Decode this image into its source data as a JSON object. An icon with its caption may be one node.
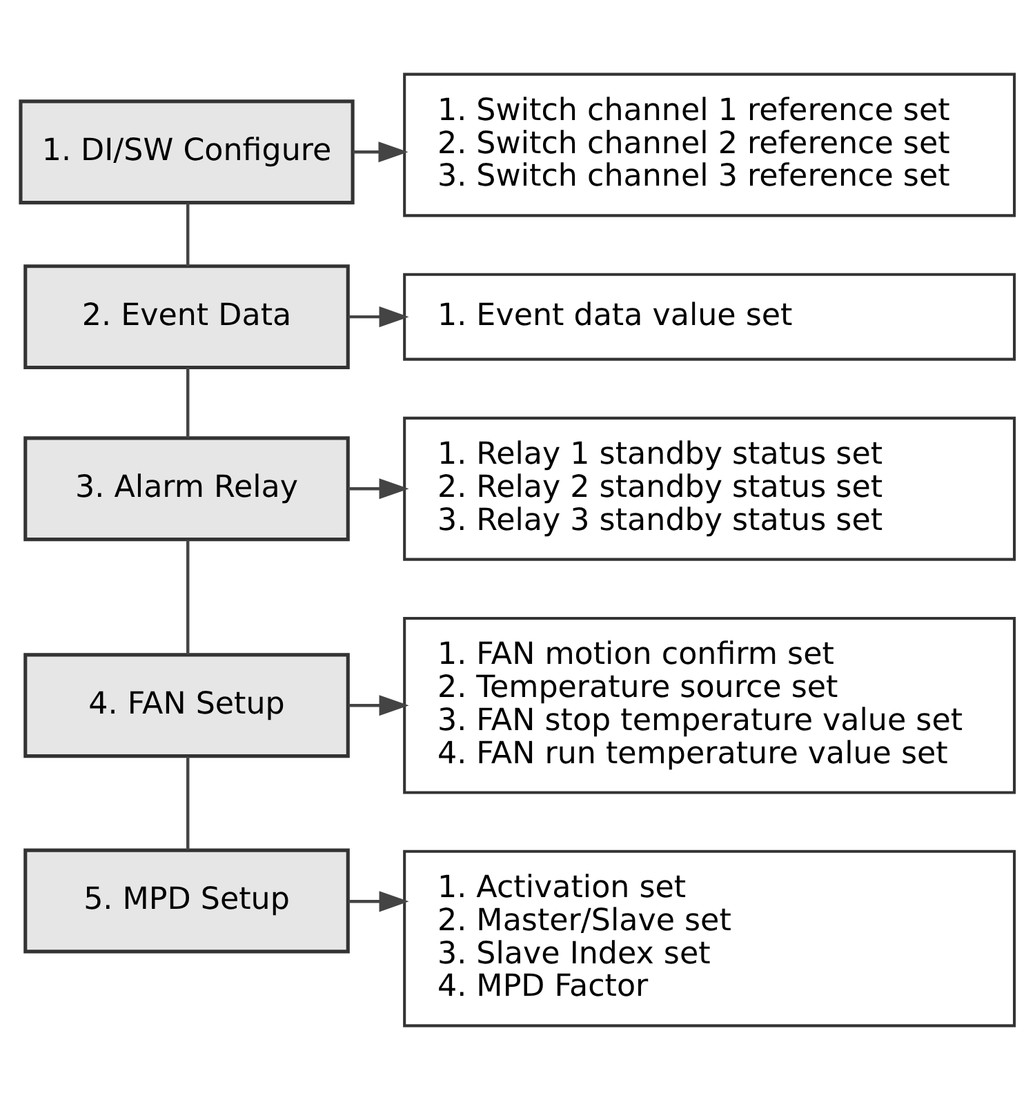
{
  "diagram": {
    "nodes": [
      {
        "text": [
          "1. DI/SW Configure"
        ]
      },
      {
        "text": [
          "2. Event Data"
        ]
      },
      {
        "text": [
          "3. Alarm Relay"
        ]
      },
      {
        "text": [
          "4. FAN Setup"
        ]
      },
      {
        "text": [
          "5. MPD Setup"
        ]
      },
      {
        "text": [
          "1. Switch channel 1 reference set",
          "2. Switch channel 2 reference set",
          "3. Switch channel 3 reference set"
        ]
      },
      {
        "text": [
          "1. Event data value set"
        ]
      },
      {
        "text": [
          "1. Relay 1 standby status set",
          "2. Relay 2 standby status set",
          "3. Relay 3 standby status set"
        ]
      },
      {
        "text": [
          "1. FAN motion confirm set",
          "2. Temperature source set",
          "3. FAN stop temperature value set",
          "4. FAN run temperature value set"
        ]
      },
      {
        "text": [
          "1. Activation set",
          "2. Master/Slave set",
          "3. Slave Index set",
          "4. MPD Factor"
        ]
      }
    ],
    "edges": [
      {
        "from": 0,
        "to": 5,
        "arrow": "to"
      },
      {
        "from": 1,
        "to": 6,
        "arrow": "to"
      },
      {
        "from": 2,
        "to": 7,
        "arrow": "to"
      },
      {
        "from": 3,
        "to": 8,
        "arrow": "to"
      },
      {
        "from": 4,
        "to": 9,
        "arrow": "to"
      },
      {
        "from": 0,
        "to": 1,
        "arrow": "none"
      },
      {
        "from": 1,
        "to": 2,
        "arrow": "none"
      },
      {
        "from": 2,
        "to": 3,
        "arrow": "none"
      },
      {
        "from": 3,
        "to": 4,
        "arrow": "none"
      }
    ]
  }
}
